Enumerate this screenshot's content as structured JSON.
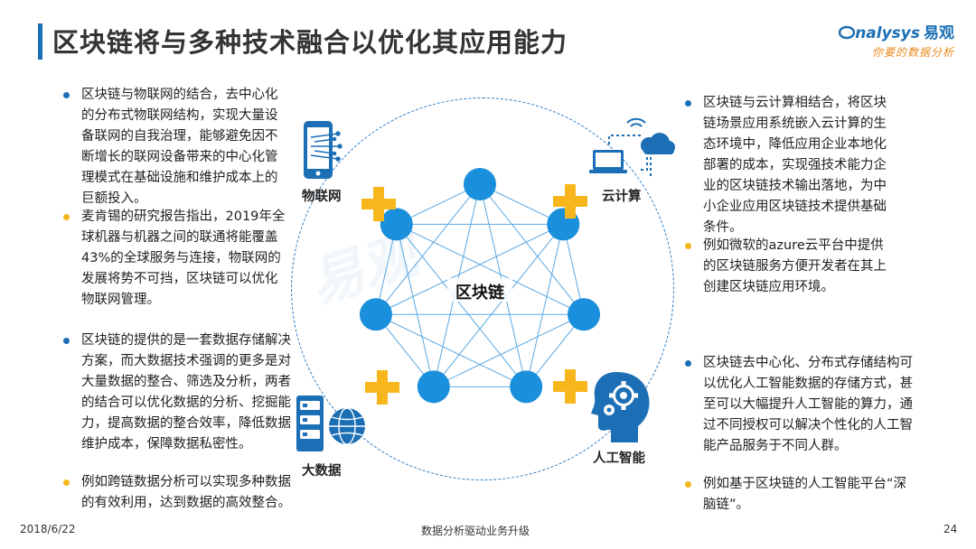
{
  "header": {
    "title": "区块链将与多种技术融合以优化其应用能力",
    "logo_text": "nalysys",
    "logo_cn": "易观",
    "logo_tagline": "你要的数据分析"
  },
  "center_label": "区块链",
  "watermark": "易观",
  "icons": {
    "iot": {
      "label": "物联网",
      "icon": "smartphone-circuit-icon"
    },
    "cloud": {
      "label": "云计算",
      "icon": "laptop-cloud-icon"
    },
    "bigdata": {
      "label": "大数据",
      "icon": "server-globe-icon"
    },
    "ai": {
      "label": "人工智能",
      "icon": "head-gear-icon"
    }
  },
  "paragraphs": {
    "iot_1": "区块链与物联网的结合，去中心化的分布式物联网结构，实现大量设备联网的自我治理，能够避免因不断增长的联网设备带来的中心化管理模式在基础设施和维护成本上的巨额投入。",
    "iot_2": "麦肯锡的研究报告指出，2019年全球机器与机器之间的联通将能覆盖43%的全球服务与连接，物联网的发展将势不可挡，区块链可以优化物联网管理。",
    "bigdata_1": "区块链的提供的是一套数据存储解决方案，而大数据技术强调的更多是对大量数据的整合、筛选及分析，两者的结合可以优化数据的分析、挖掘能力，提高数据的整合效率，降低数据维护成本，保障数据私密性。",
    "bigdata_2": "例如跨链数据分析可以实现多种数据的有效利用，达到数据的高效整合。",
    "cloud_1": "区块链与云计算相结合，将区块链场景应用系统嵌入云计算的生态环境中，降低应用企业本地化部署的成本，实现强技术能力企业的区块链技术输出落地，为中小企业应用区块链技术提供基础条件。",
    "cloud_2": "例如微软的azure云平台中提供的区块链服务方便开发者在其上创建区块链应用环境。",
    "ai_1": "区块链去中心化、分布式存储结构可以优化人工智能数据的存储方式，甚至可以大幅提升人工智能的算力，通过不同授权可以解决个性化的人工智能产品服务于不同人群。",
    "ai_2": "例如基于区块链的人工智能平台“深脑链”。"
  },
  "footer": {
    "date": "2018/6/22",
    "slogan": "数据分析驱动业务升级",
    "page": "24"
  },
  "colors": {
    "brand_blue": "#1c6fb5",
    "node_blue": "#1a8fdc",
    "accent_yellow": "#f6b61c"
  }
}
